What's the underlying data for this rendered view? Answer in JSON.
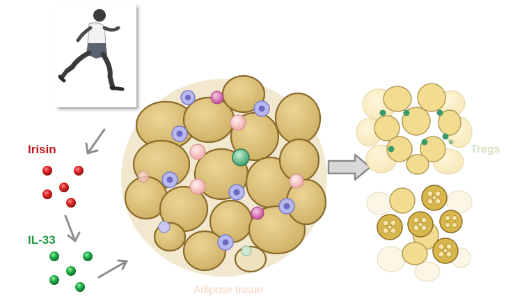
{
  "labels": {
    "irisin": "Irisin",
    "il33": "IL-33",
    "tregs": "Tregs",
    "adipose": "Adipose tissue"
  },
  "icons": {
    "runner": "runner-icon",
    "arrow": "arrow-icon",
    "block_arrow": "block-arrow-icon"
  },
  "colors": {
    "irisin": "#c0161b",
    "il33": "#1f9a43",
    "tregs": "#d6e2c0",
    "adipose_label": "#f6d6c2",
    "adipocyte": "#dcc176",
    "adipocyte_edge": "#8a6a2a",
    "arrow": "#8c8c8c"
  }
}
